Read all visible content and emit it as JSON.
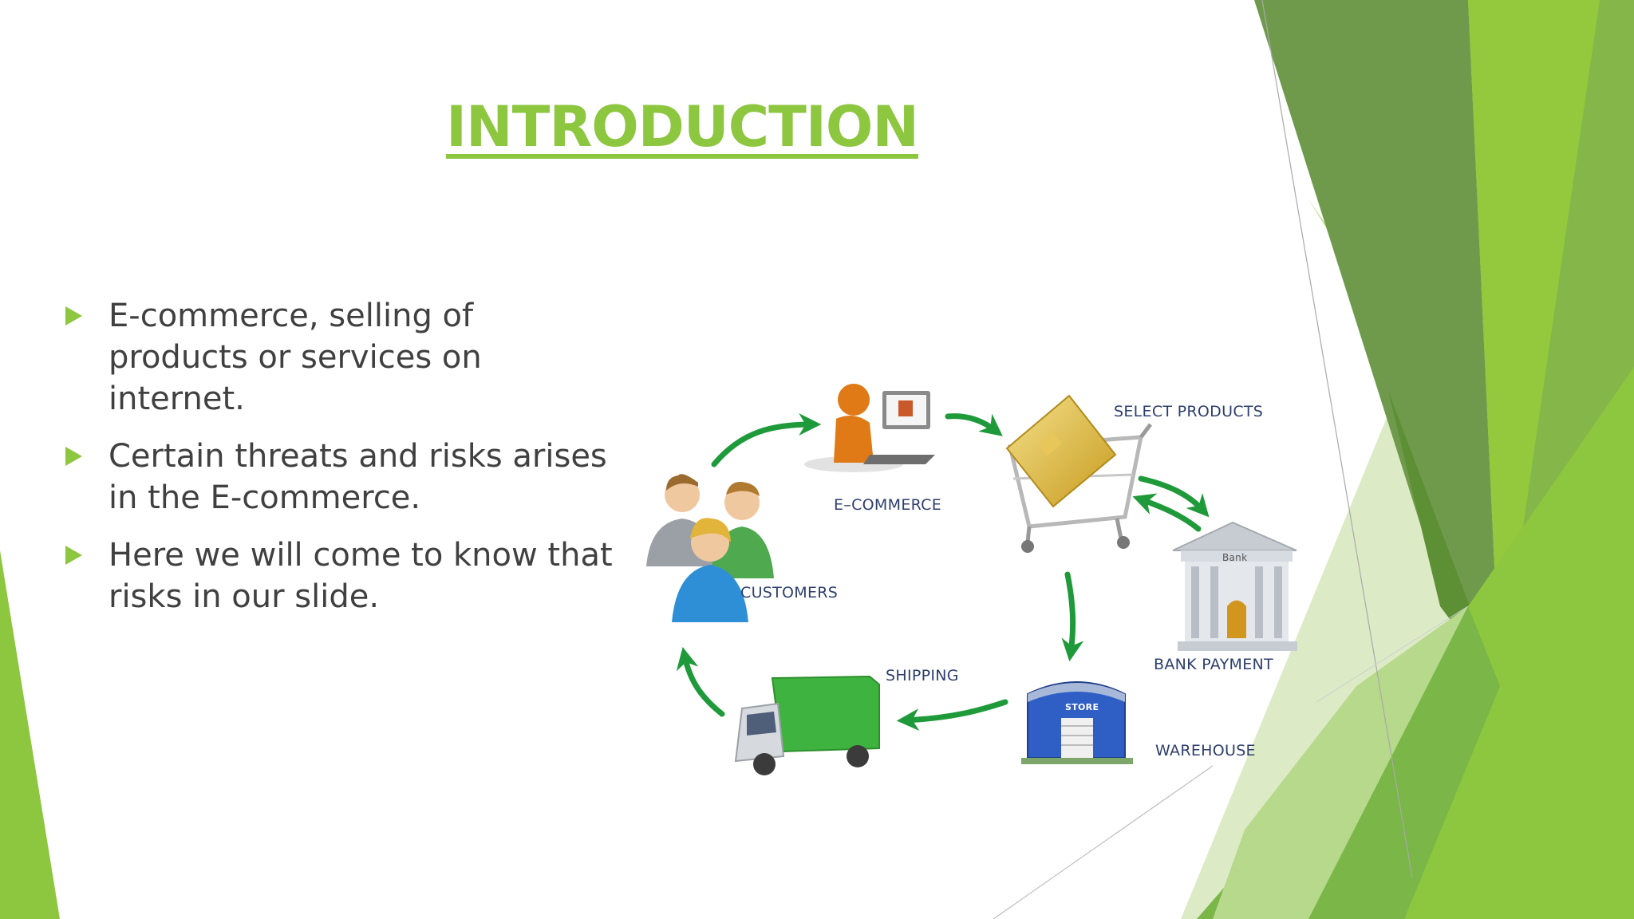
{
  "slide": {
    "title": "INTRODUCTION",
    "bullets": [
      "E-commerce, selling of products or services on internet.",
      "Certain threats and risks arises in the E-commerce.",
      "Here we will come to know that risks in our slide."
    ]
  },
  "diagram": {
    "labels": {
      "ecommerce": "E–COMMERCE",
      "select_products": "SELECT PRODUCTS",
      "customers": "CUSTOMERS",
      "bank_payment": "BANK PAYMENT",
      "shipping": "SHIPPING",
      "warehouse": "WAREHOUSE",
      "bank_sign": "Bank",
      "store_sign": "STORE"
    },
    "icons": [
      "ecommerce-user-icon",
      "shopping-cart-icon",
      "credit-card-icon",
      "customers-icon",
      "bank-icon",
      "warehouse-icon",
      "delivery-truck-icon"
    ]
  },
  "colors": {
    "accent": "#8dc63f",
    "text": "#404040",
    "diagram_label": "#2e3f6e",
    "arrow": "#1f9a3a"
  }
}
